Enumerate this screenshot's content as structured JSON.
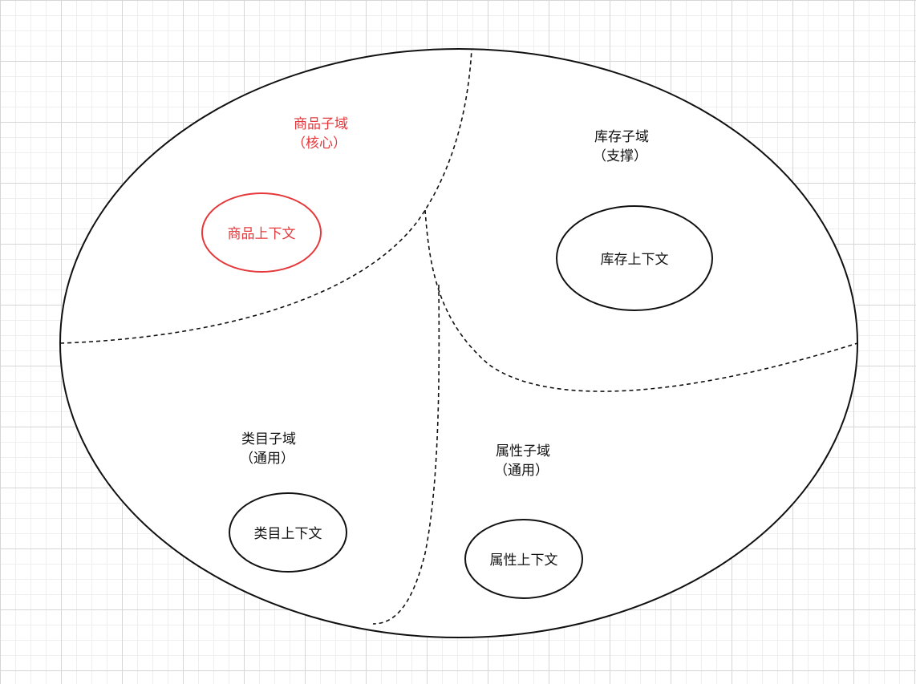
{
  "colors": {
    "core": "#e5383b",
    "default": "#111111"
  },
  "domains": [
    {
      "title": "商品子域",
      "kind": "（核心）",
      "context": "商品上下文",
      "core": true
    },
    {
      "title": "库存子域",
      "kind": "（支撑）",
      "context": "库存上下文",
      "core": false
    },
    {
      "title": "类目子域",
      "kind": "（通用）",
      "context": "类目上下文",
      "core": false
    },
    {
      "title": "属性子域",
      "kind": "（通用）",
      "context": "属性上下文",
      "core": false
    }
  ]
}
